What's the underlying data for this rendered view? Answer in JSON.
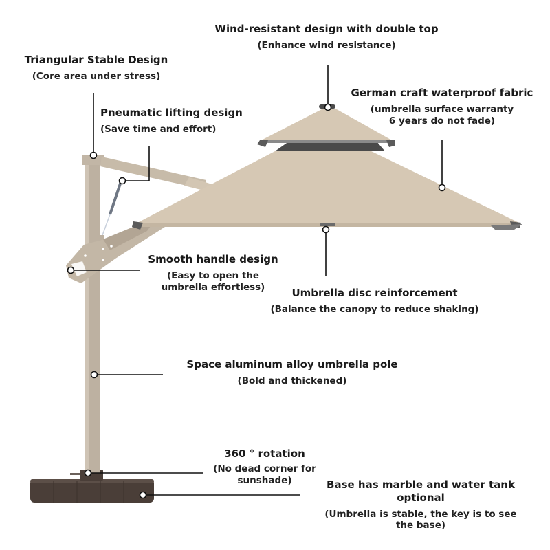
{
  "colors": {
    "canopy": "#d6c8b4",
    "canopy_shade": "#c9bba6",
    "frame": "#c2b6a6",
    "frame_dark": "#a89c8c",
    "vent_dark": "#4a4a4a",
    "base": "#4a3e38",
    "leader": "#111111"
  },
  "callouts": [
    {
      "id": "double-top",
      "title": "Wind-resistant design with double top",
      "sub": "(Enhance wind resistance)"
    },
    {
      "id": "triangular",
      "title": "Triangular Stable Design",
      "sub": "(Core area under stress)"
    },
    {
      "id": "pneumatic",
      "title": "Pneumatic lifting design",
      "sub": "(Save time and effort)"
    },
    {
      "id": "fabric",
      "title": "German craft waterproof fabric",
      "sub": "(umbrella surface warranty 6 years do not fade)"
    },
    {
      "id": "handle",
      "title": "Smooth handle design",
      "sub": "(Easy to open the umbrella effortless)"
    },
    {
      "id": "disc",
      "title": "Umbrella disc reinforcement",
      "sub": "(Balance the canopy to reduce shaking)"
    },
    {
      "id": "pole",
      "title": "Space aluminum alloy umbrella pole",
      "sub": "(Bold and thickened)"
    },
    {
      "id": "rotation",
      "title": "360 ° rotation",
      "sub": "(No dead corner for sunshade)"
    },
    {
      "id": "base",
      "title": "Base has marble and water tank optional",
      "sub": "(Umbrella is stable, the key is to see the base)"
    }
  ]
}
